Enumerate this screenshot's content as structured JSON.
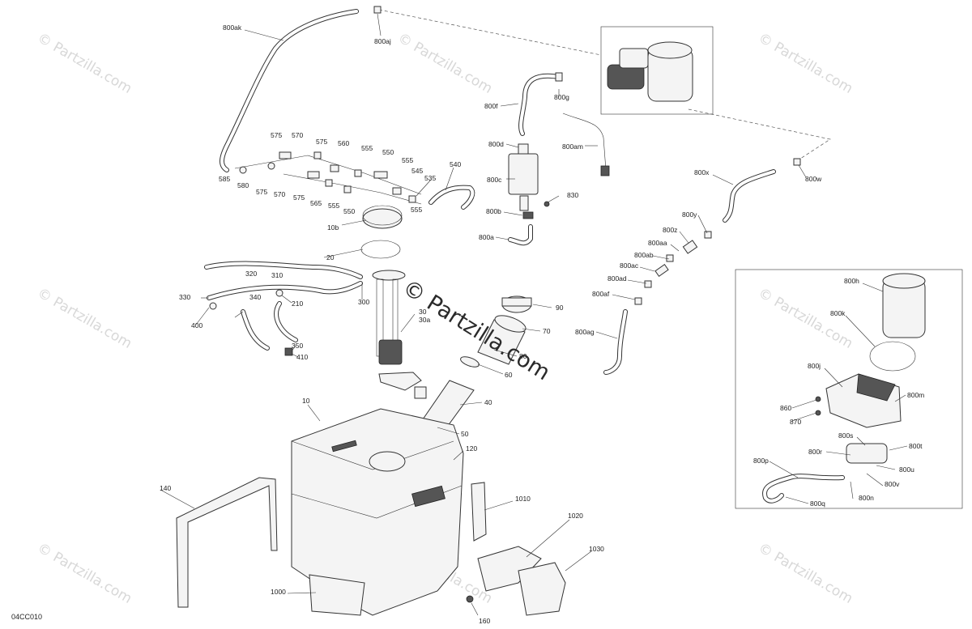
{
  "diagram": {
    "code": "04CC010",
    "center_watermark": "© Partzilla.com",
    "watermark_text": "© Partzilla.com",
    "labels": {
      "p800ak": "800ak",
      "p800aj": "800aj",
      "p800f": "800f",
      "p800g": "800g",
      "p800am": "800am",
      "p800d": "800d",
      "p800c": "800c",
      "p830": "830",
      "p800b": "800b",
      "p800a": "800a",
      "p800x": "800x",
      "p800w": "800w",
      "p800y": "800y",
      "p800z": "800z",
      "p800aa": "800aa",
      "p800ab": "800ab",
      "p800ac": "800ac",
      "p800ad": "800ad",
      "p800af": "800af",
      "p800ag": "800ag",
      "p575a": "575",
      "p570a": "570",
      "p575b": "575",
      "p560": "560",
      "p555a": "555",
      "p550a": "550",
      "p555b": "555",
      "p545": "545",
      "p535": "535",
      "p540": "540",
      "p585": "585",
      "p580": "580",
      "p575c": "575",
      "p570b": "570",
      "p575d": "575",
      "p565": "565",
      "p555c": "555",
      "p550b": "550",
      "p555d": "555",
      "p10b": "10b",
      "p20": "20",
      "p320": "320",
      "p310": "310",
      "p330": "330",
      "p340": "340",
      "p210": "210",
      "p300": "300",
      "p400": "400",
      "p350": "350",
      "p410": "410",
      "p30": "30",
      "p30a": "30a",
      "p90": "90",
      "p70": "70",
      "p80": "80",
      "p60": "60",
      "p40": "40",
      "p50": "50",
      "p10": "10",
      "p120": "120",
      "p140": "140",
      "p1010": "1010",
      "p1020": "1020",
      "p1030": "1030",
      "p1000": "1000",
      "p160": "160",
      "p800h": "800h",
      "p800k": "800k",
      "p800j": "800j",
      "p800m": "800m",
      "p860": "860",
      "p870": "870",
      "p800s": "800s",
      "p800t": "800t",
      "p800r": "800r",
      "p800u": "800u",
      "p800p": "800p",
      "p800v": "800v",
      "p800n": "800n",
      "p800q": "800q"
    }
  }
}
